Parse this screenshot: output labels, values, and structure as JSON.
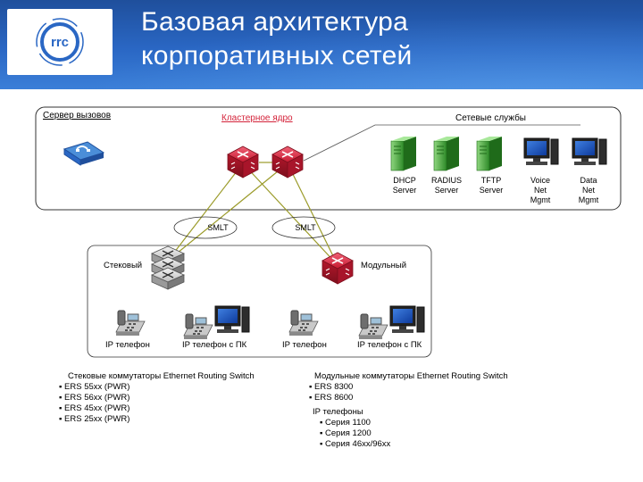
{
  "header": {
    "logo_text": "rrc",
    "title_line1": "Базовая архитектура",
    "title_line2": "корпоративных сетей"
  },
  "sections": {
    "call_server": "Сервер вызовов",
    "cluster_core": "Кластерное ядро",
    "network_services": "Сетевые службы"
  },
  "services": [
    {
      "label": "DHCP\nServer"
    },
    {
      "label": "RADIUS\nServer"
    },
    {
      "label": "TFTP\nServer"
    },
    {
      "label": "Voice\nNet\nMgmt"
    },
    {
      "label": "Data\nNet\nMgmt"
    }
  ],
  "links": {
    "smlt_left": "SMLT",
    "smlt_right": "SMLT"
  },
  "switches": {
    "stackable": "Стековый",
    "modular": "Модульный"
  },
  "phones": {
    "ip_phone_1": "IP телефон",
    "ip_phone_pc_1": "IP телефон с ПК",
    "ip_phone_2": "IP телефон",
    "ip_phone_pc_2": "IP телефон с ПК"
  },
  "notes_left": {
    "heading": "Стековые коммутаторы  Ethernet Routing Switch",
    "items": [
      "ERS 55xx (PWR)",
      "ERS 56xx (PWR)",
      "ERS 45xx (PWR)",
      "ERS 25xx (PWR)"
    ]
  },
  "notes_right": {
    "heading": "Модульные коммутаторы Ethernet Routing Switch",
    "items": [
      "ERS 8300",
      "ERS 8600"
    ],
    "phones_heading": "IP телефоны",
    "phone_items": [
      "Серия 1100",
      "Серия 1200",
      "Серия 46xx/96xx"
    ]
  },
  "colors": {
    "header_blue": "#2a67c4",
    "router_red": "#d4233a",
    "server_green": "#3fa535",
    "link_line": "#9b9b2a"
  }
}
